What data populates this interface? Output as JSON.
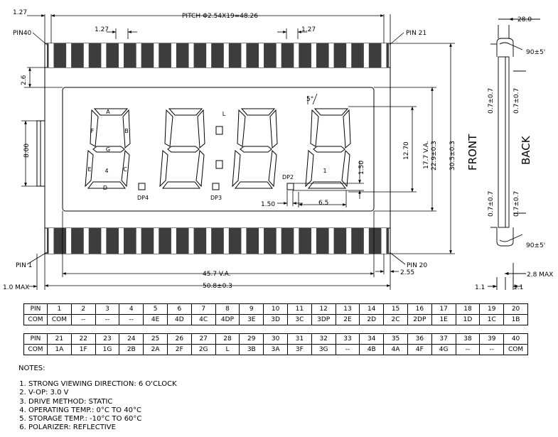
{
  "dims": {
    "left_dim": "1.27",
    "pitch": "PITCH Φ2.54X19=48.26",
    "pitch_small_left": "1.27",
    "pitch_small_right": "1.27",
    "pin40": "PIN40",
    "pin21": "PIN 21",
    "pin1": "PIN 1",
    "pin20": "PIN 20",
    "d2_6": "2.6",
    "d8_00": "8.00",
    "d5deg": "5°",
    "d12_70": "12.70",
    "d17_7": "17.7 V.A.",
    "d22_9": "22.9±0.3",
    "d30_5": "30.5±0.3",
    "d1_50v": "1.50",
    "d1_50h": "1.50",
    "d6_5": "6.5",
    "d45_7": "45.7 V.A.",
    "d2_55": "2.55",
    "d50_8": "50.8±0.3",
    "d1_0max": "1.0 MAX"
  },
  "segment_labels": {
    "A": "A",
    "B": "B",
    "C": "C",
    "D": "D",
    "E": "E",
    "F": "F",
    "G": "G",
    "digit4": "4",
    "digit1": "1",
    "L": "L",
    "dp4": "DP4",
    "dp3": "DP3",
    "dp2": "DP2"
  },
  "side_view": {
    "top_width": "28.0",
    "angle_top": "90±5'",
    "angle_bottom": "90±5'",
    "front": "FRONT",
    "back": "BACK",
    "tol_l_top": "0.7±0.7",
    "tol_r_top": "0.7±0.7",
    "tol_l_bot": "0.7±0.7",
    "tol_r_bot": "0.7±0.7",
    "max": "2.8 MAX",
    "d1_1_left": "1.1",
    "d1_1_right": "1.1"
  },
  "pin_table_1": {
    "pins": [
      "PIN",
      "1",
      "2",
      "3",
      "4",
      "5",
      "6",
      "7",
      "8",
      "9",
      "10",
      "11",
      "12",
      "13",
      "14",
      "15",
      "16",
      "17",
      "18",
      "19",
      "20"
    ],
    "coms": [
      "COM",
      "COM",
      "--",
      "--",
      "--",
      "4E",
      "4D",
      "4C",
      "4DP",
      "3E",
      "3D",
      "3C",
      "3DP",
      "2E",
      "2D",
      "2C",
      "2DP",
      "1E",
      "1D",
      "1C",
      "1B"
    ]
  },
  "pin_table_2": {
    "pins": [
      "PIN",
      "21",
      "22",
      "23",
      "24",
      "25",
      "26",
      "27",
      "28",
      "29",
      "30",
      "31",
      "32",
      "33",
      "34",
      "35",
      "36",
      "37",
      "38",
      "39",
      "40"
    ],
    "coms": [
      "COM",
      "1A",
      "1F",
      "1G",
      "2B",
      "2A",
      "2F",
      "2G",
      "L",
      "3B",
      "3A",
      "3F",
      "3G",
      "--",
      "4B",
      "4A",
      "4F",
      "4G",
      "--",
      "--",
      "COM"
    ]
  },
  "notes": {
    "title": "NOTES:",
    "items": [
      "STRONG VIEWING DIRECTION:   6 O'CLOCK",
      "V-OP: 3.0 V",
      "DRIVE METHOD: STATIC",
      "OPERATING TEMP.: 0°C TO 40°C",
      "STORAGE TEMP.: -10°C TO 60°C",
      "POLARIZER: REFLECTIVE"
    ]
  }
}
